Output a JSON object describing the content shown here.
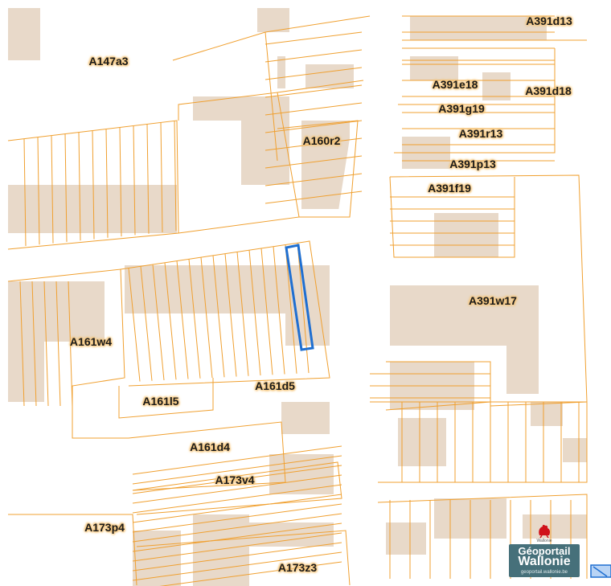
{
  "map": {
    "colors": {
      "background": "#ffffff",
      "building": "#e8d9c9",
      "parcel_line": "#f0a030",
      "selection": "#1f6fd1",
      "label_halo": "#f5c77e"
    },
    "parcel_labels": [
      {
        "id": "A147a3"
      },
      {
        "id": "A160r2"
      },
      {
        "id": "A391d13"
      },
      {
        "id": "A391e18"
      },
      {
        "id": "A391d18"
      },
      {
        "id": "A391g19"
      },
      {
        "id": "A391r13"
      },
      {
        "id": "A391p13"
      },
      {
        "id": "A391f19"
      },
      {
        "id": "A391w17"
      },
      {
        "id": "A161w4"
      },
      {
        "id": "A161l5"
      },
      {
        "id": "A161d5"
      },
      {
        "id": "A161d4"
      },
      {
        "id": "A173v4"
      },
      {
        "id": "A173p4"
      },
      {
        "id": "A173z3"
      }
    ],
    "selected_parcel": "highlighted-parcel"
  },
  "logo": {
    "name_line1": "Géoportail",
    "name_line2": "Wallonie",
    "url": "geoportail.wallonie.be",
    "emblem_label": "Wallonie",
    "icon": "rooster-icon"
  }
}
